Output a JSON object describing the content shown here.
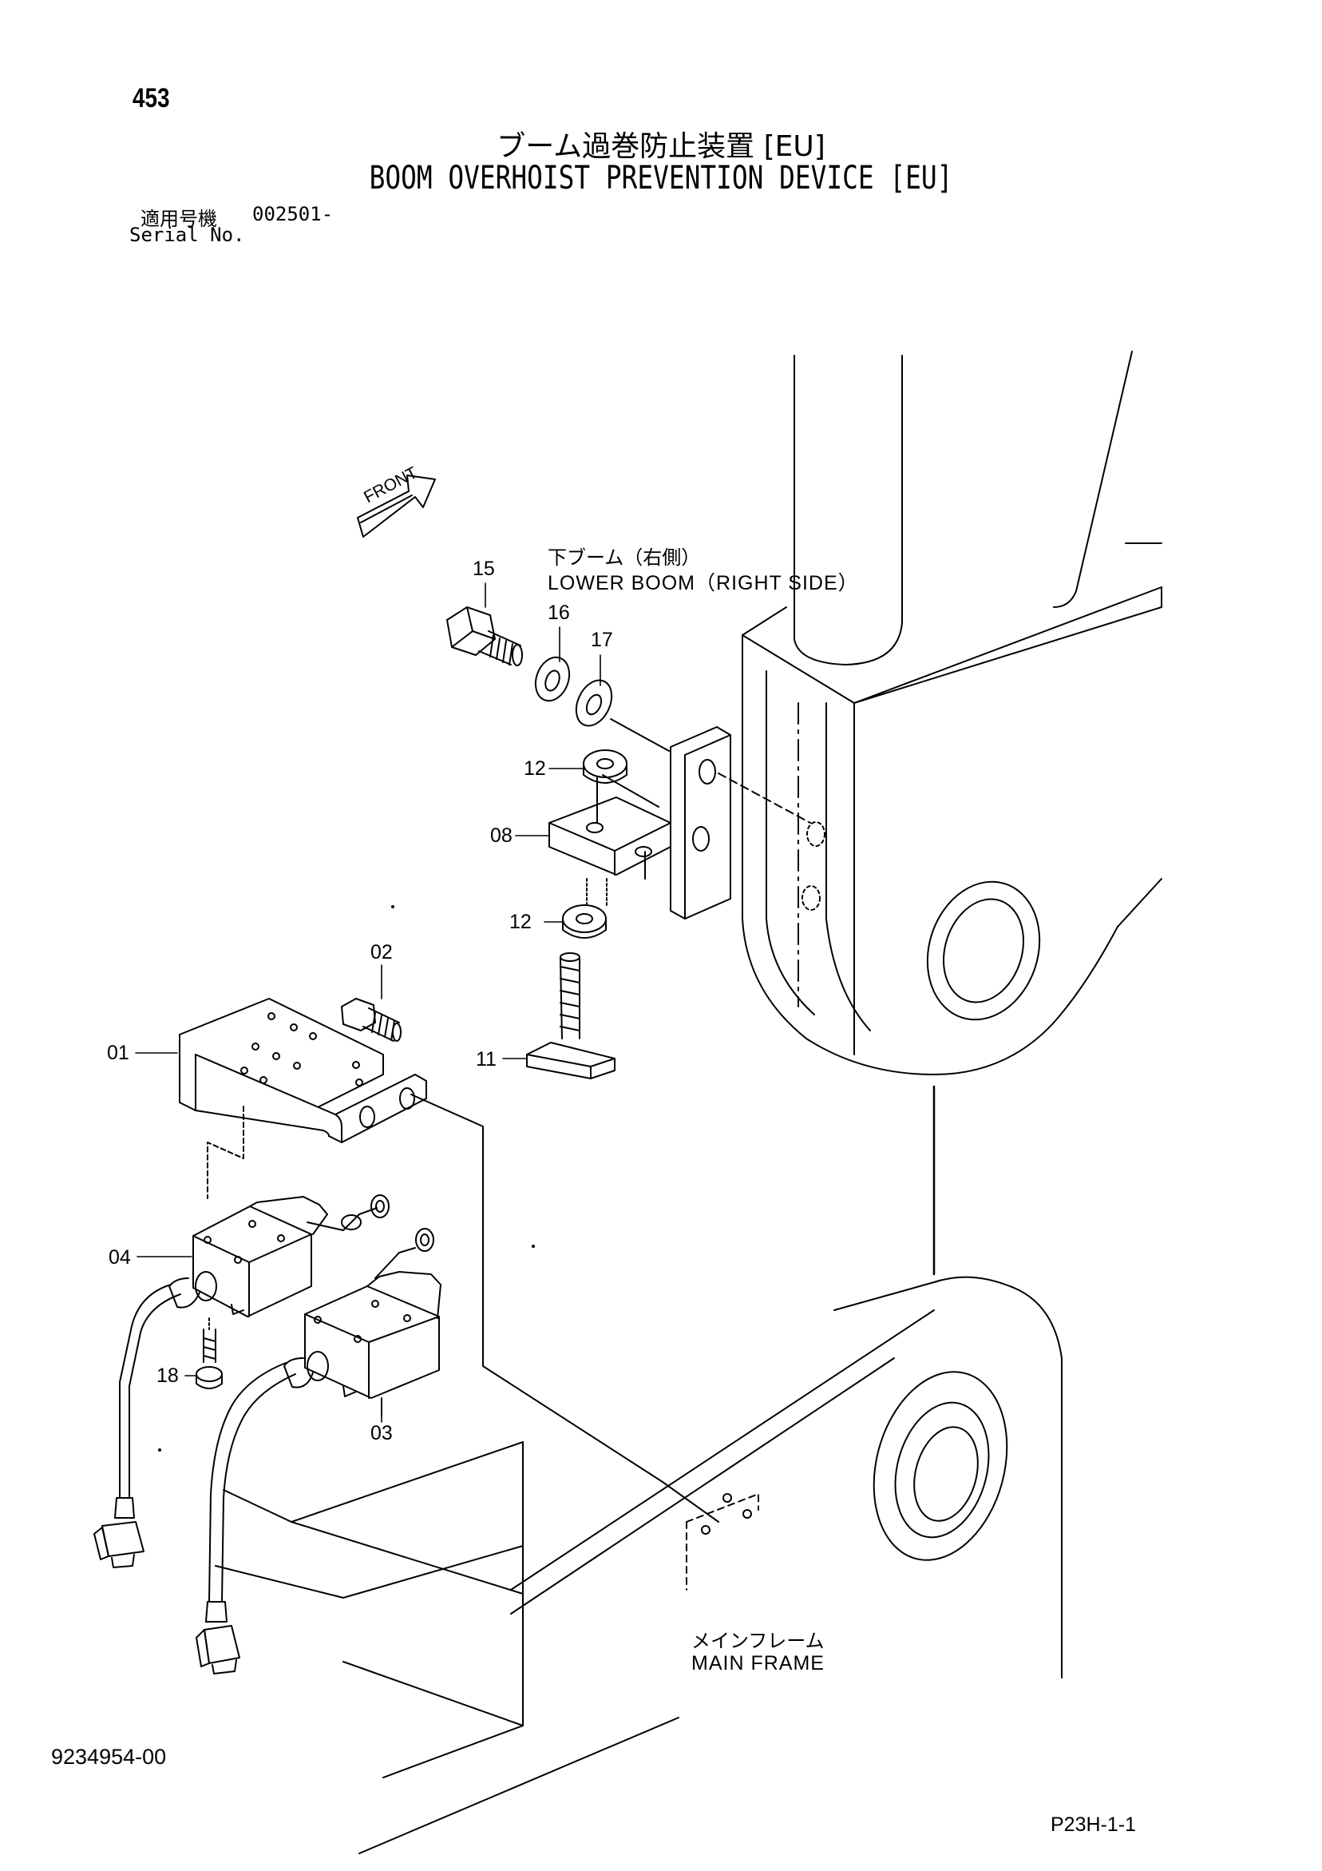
{
  "page_number": "453",
  "title": {
    "japanese": "ブーム過巻防止装置 [EU]",
    "english": "BOOM OVERHOIST PREVENTION DEVICE [EU]"
  },
  "serial": {
    "label_jp": "適用号機",
    "value": "002501-",
    "label_en": "Serial No."
  },
  "front_arrow_label": "FRONT",
  "captions": {
    "lower_boom_jp": "下ブーム（右側）",
    "lower_boom_en": "LOWER BOOM（RIGHT SIDE）",
    "main_frame_jp": "メインフレーム",
    "main_frame_en": "MAIN FRAME"
  },
  "callouts": {
    "c01": "01",
    "c02": "02",
    "c03": "03",
    "c04": "04",
    "c08": "08",
    "c11": "11",
    "c12a": "12",
    "c12b": "12",
    "c15": "15",
    "c16": "16",
    "c17": "17",
    "c18": "18"
  },
  "footer": {
    "drawing_code": "9234954-00",
    "page_ref": "P23H-1-1"
  }
}
